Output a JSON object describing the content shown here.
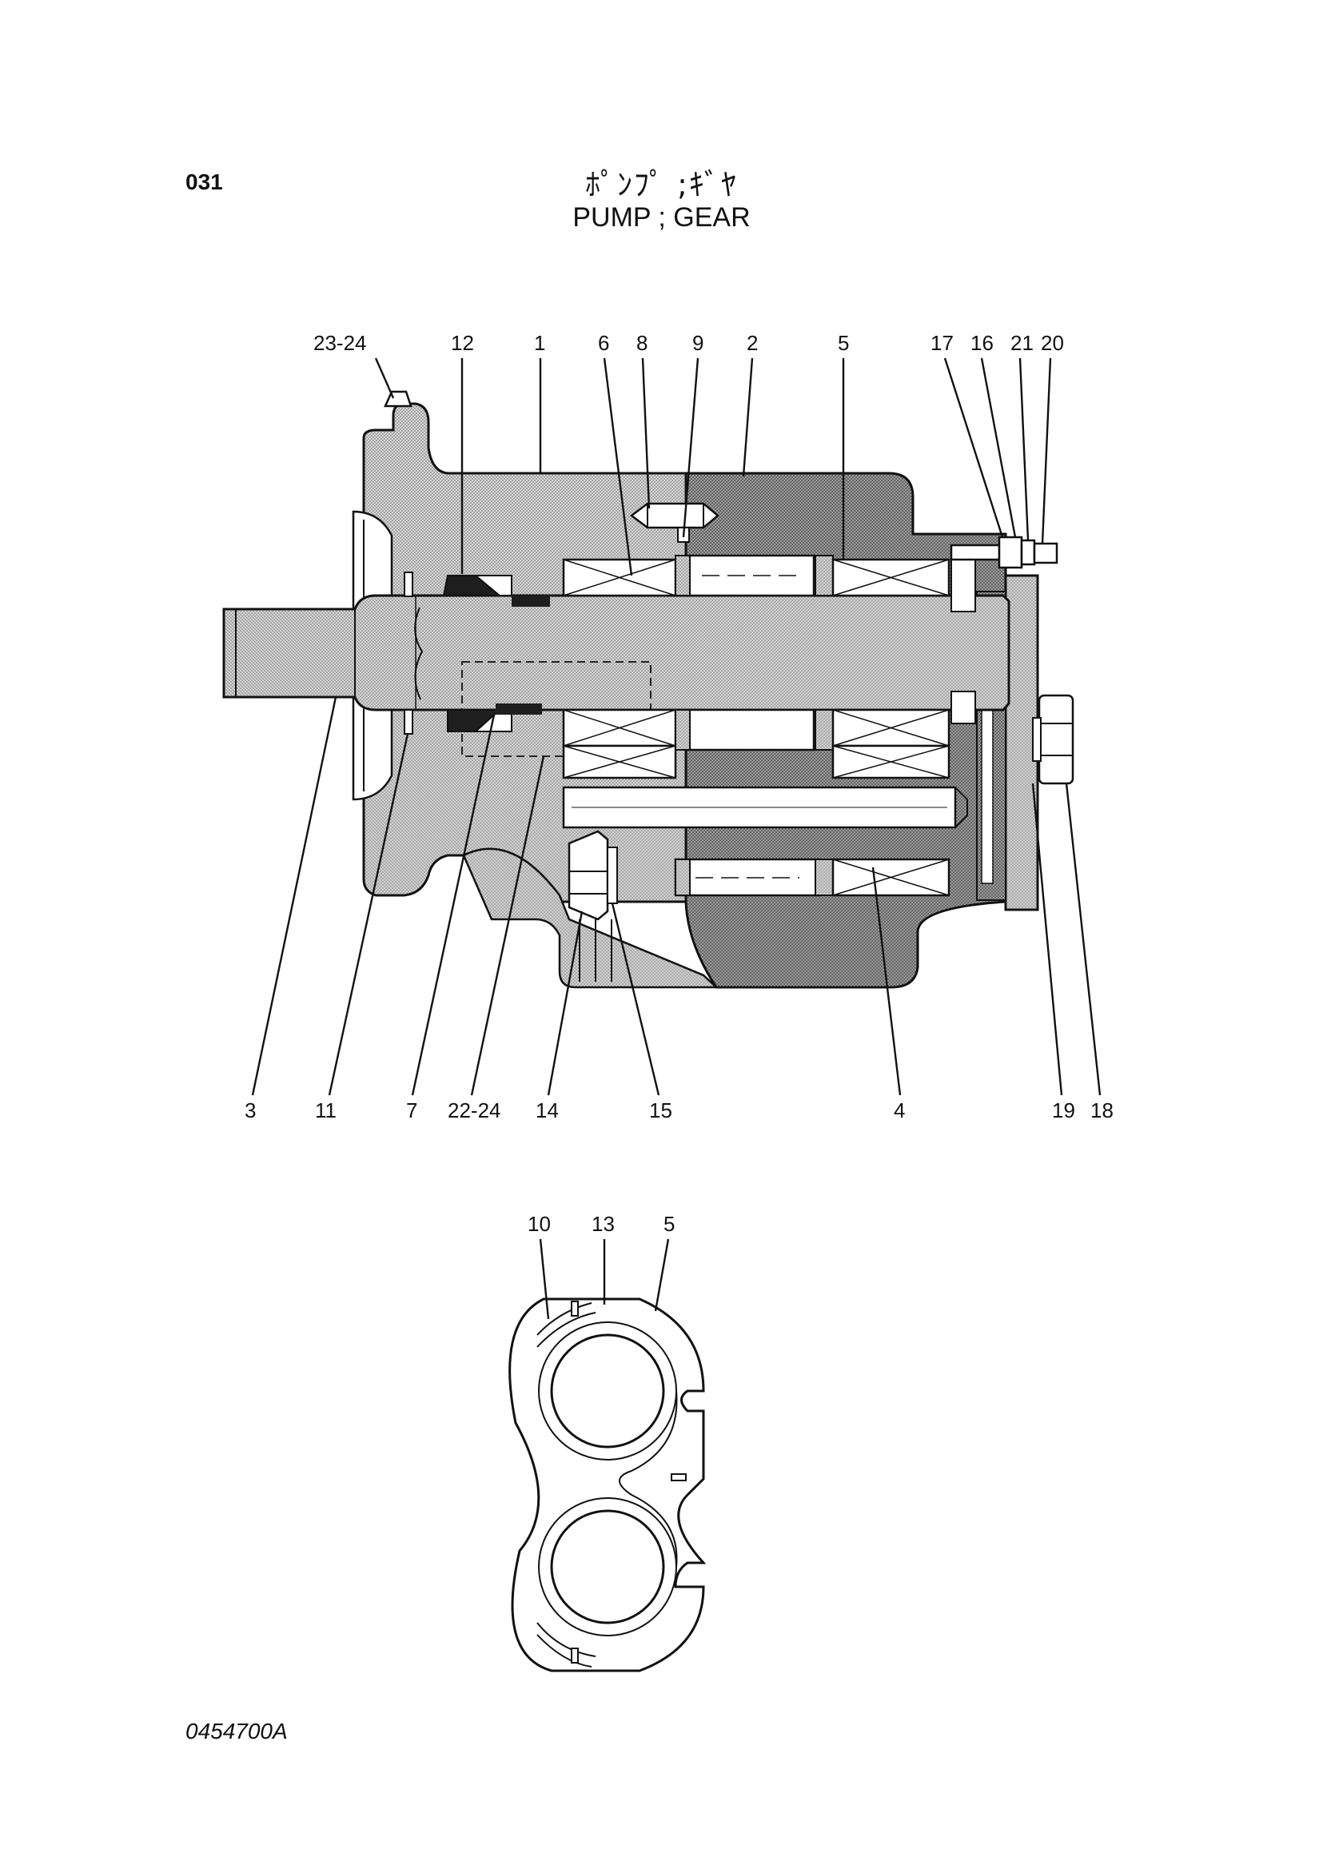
{
  "header": {
    "page_number": "031",
    "title_jp": "ﾎﾟﾝﾌﾟ ;ｷﾞﾔ",
    "title_en": "PUMP ; GEAR"
  },
  "diagram": {
    "callouts_top": [
      "23-24",
      "12",
      "1",
      "6",
      "8",
      "9",
      "2",
      "5",
      "17",
      "16",
      "21",
      "20"
    ],
    "callouts_bottom": [
      "3",
      "11",
      "7",
      "22-24",
      "14",
      "15",
      "4",
      "19",
      "18"
    ],
    "detail_callouts": [
      "10",
      "13",
      "5"
    ],
    "colors": {
      "housing_fill": "#c9c9c9",
      "body_fill": "#6e6e6e",
      "line": "#111111"
    }
  },
  "footer": {
    "drawing_code": "0454700A"
  }
}
